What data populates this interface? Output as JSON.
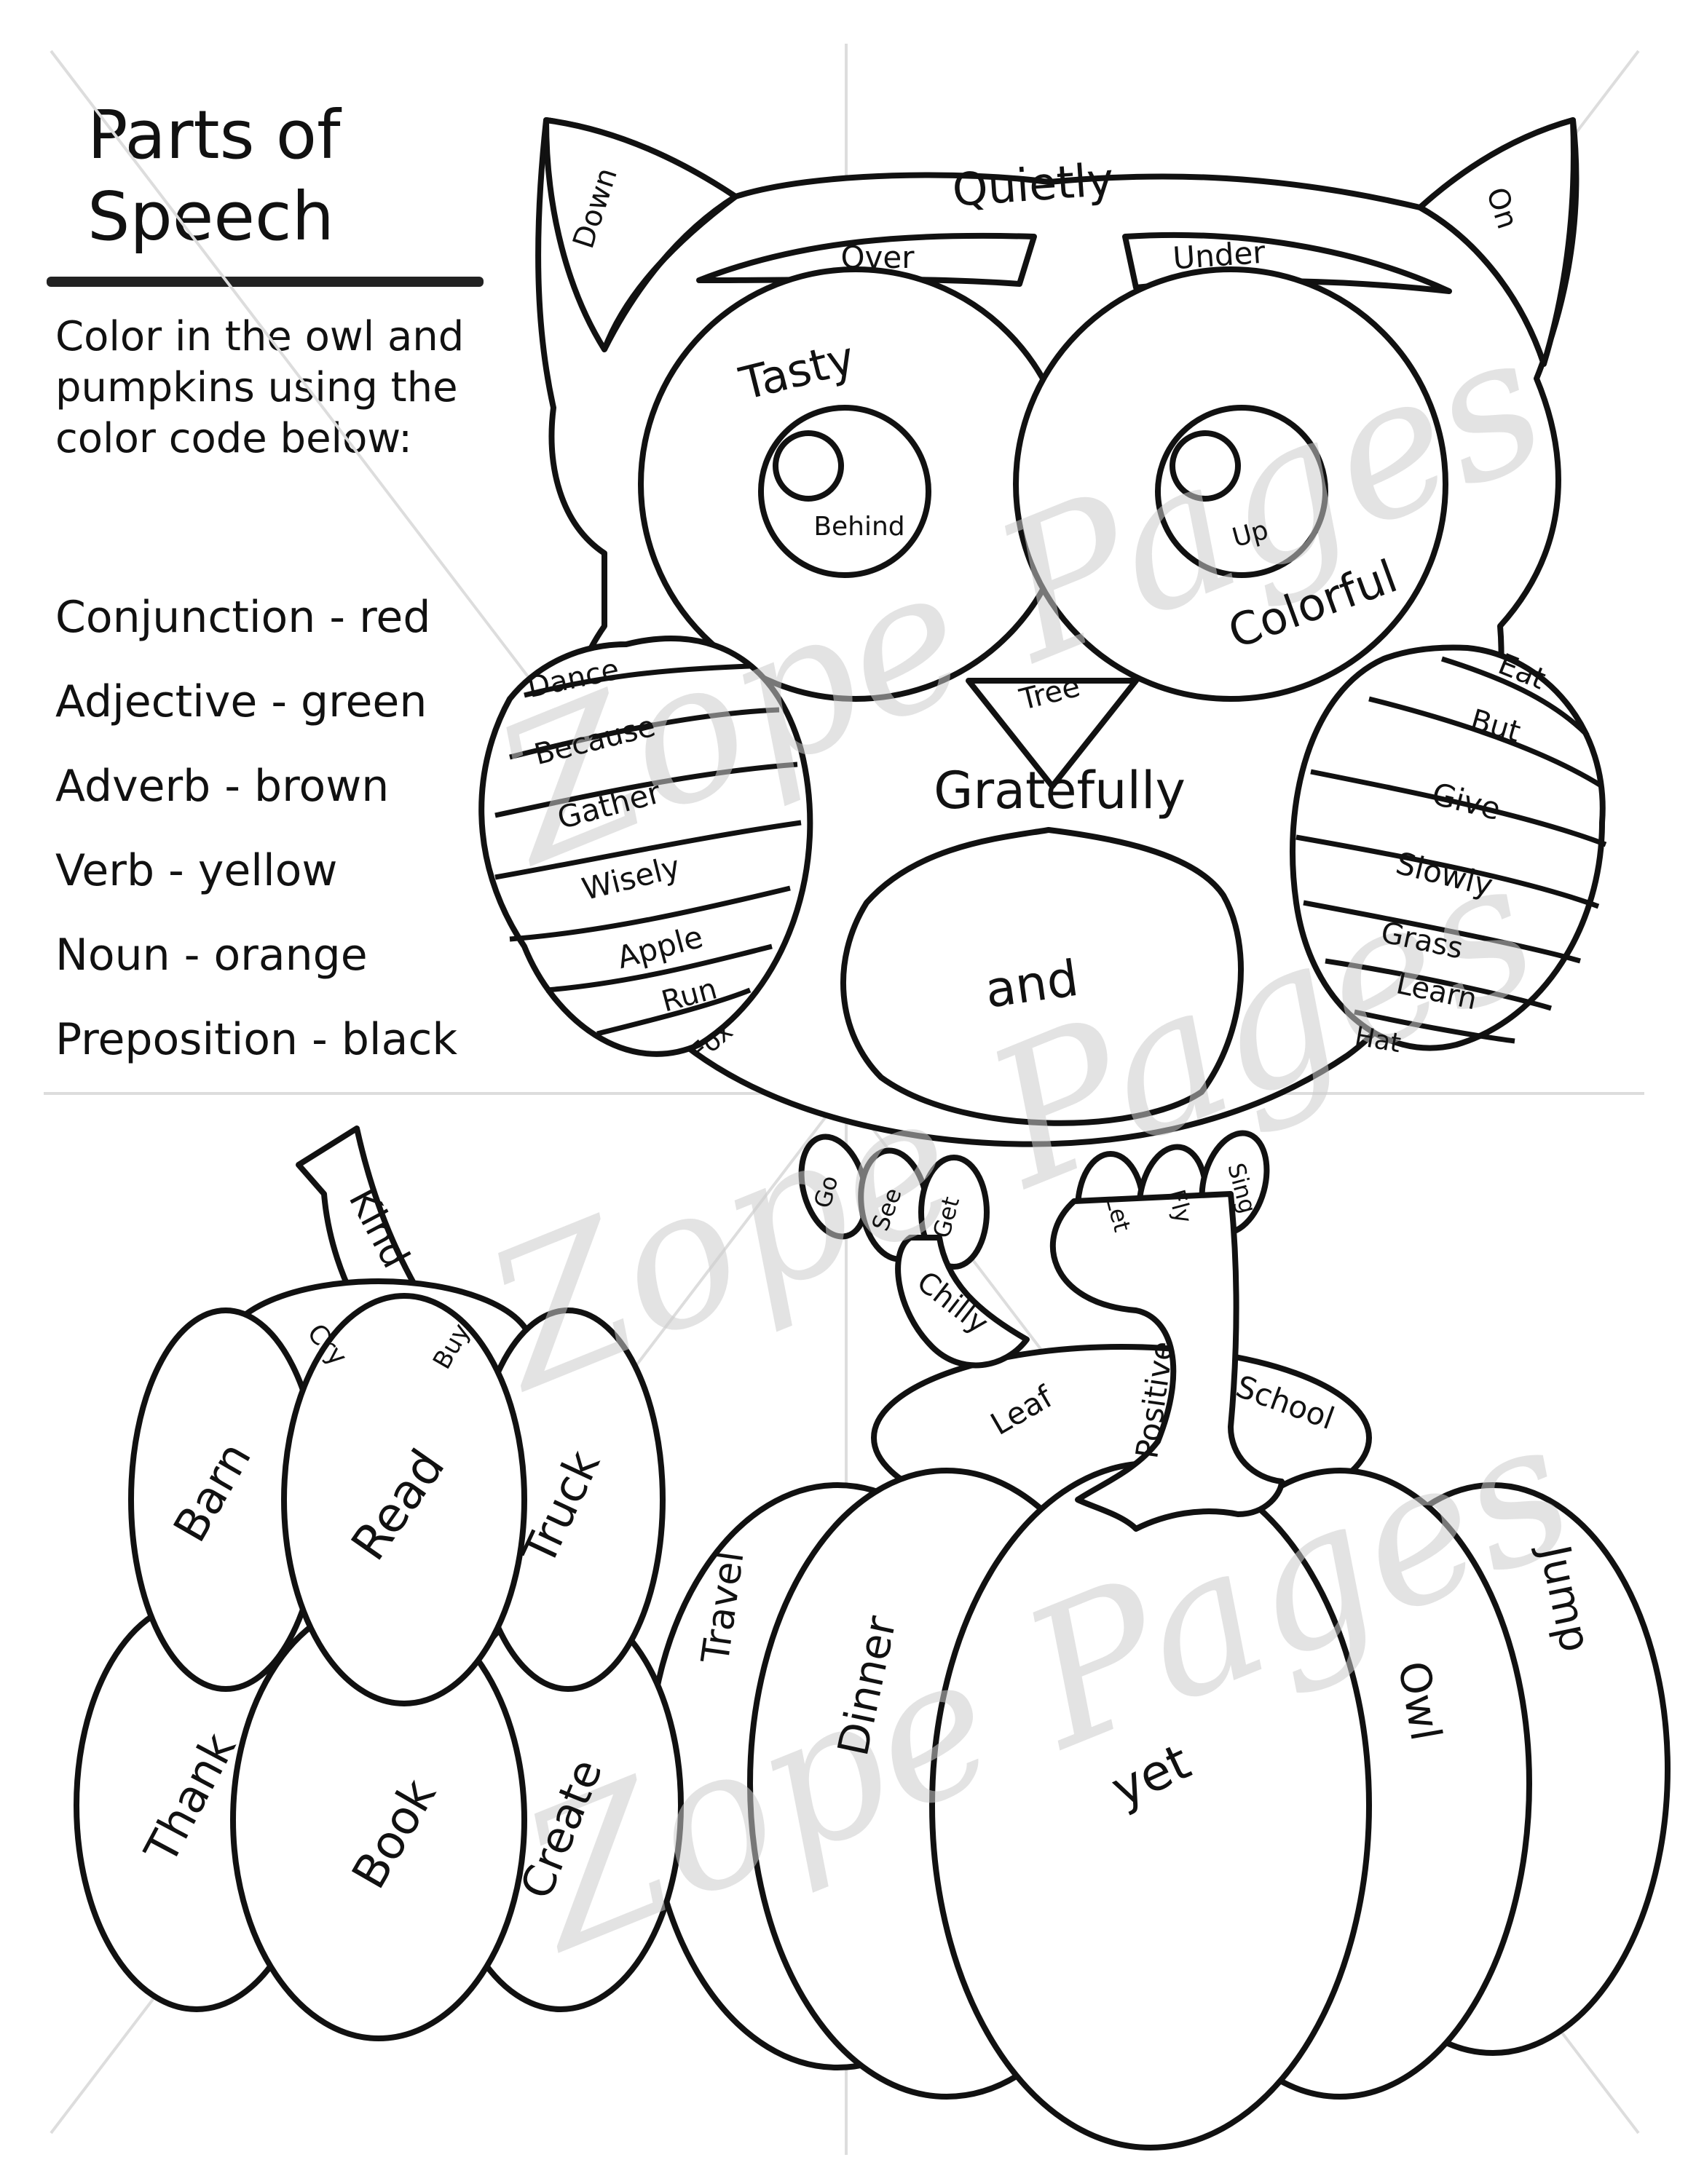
{
  "title": "Parts of Speech",
  "instructions": "Color in the owl and pumpkins using the color code below:",
  "color_code": [
    "Conjunction - red",
    "Adjective - green",
    "Adverb - brown",
    "Verb - yellow",
    "Noun - orange",
    "Preposition - black"
  ],
  "watermark": "Zope Pages",
  "words": {
    "owl": {
      "ear_left": "Down",
      "ear_right": "On",
      "head": "Quietly",
      "brow_left": "Over",
      "brow_right": "Under",
      "eye_left_ring": "Tasty",
      "pupil_left": "Behind",
      "pupil_right": "Up",
      "eye_right_ring": "Colorful",
      "beak": "Tree",
      "chest": "Gratefully",
      "belly": "and",
      "wing_left": [
        "Dance",
        "Because",
        "Gather",
        "Wisely",
        "Apple",
        "Run",
        "Fox"
      ],
      "wing_right": [
        "Eat",
        "But",
        "Give",
        "Slowly",
        "Grass",
        "Learn",
        "Hat"
      ],
      "talons_left": [
        "Go",
        "See",
        "Get"
      ],
      "talons_right": [
        "Let",
        "Fly",
        "Sing"
      ]
    },
    "small_pumpkin": {
      "stem": "Kind",
      "cap_left": "Cry",
      "cap_right": "Buy",
      "top_left": "Barn",
      "top_center": "Read",
      "top_right": "Truck",
      "bottom_left": "Thank",
      "bottom_center": "Book",
      "bottom_right": "Create"
    },
    "big_pumpkin": {
      "tail": "Chilly",
      "leaf": "Leaf",
      "stem": "Positive",
      "cap_right": "School",
      "left_back": "Travel",
      "left": "Dinner",
      "center": "yet",
      "right": "Owl",
      "right_back": "Jump"
    }
  }
}
